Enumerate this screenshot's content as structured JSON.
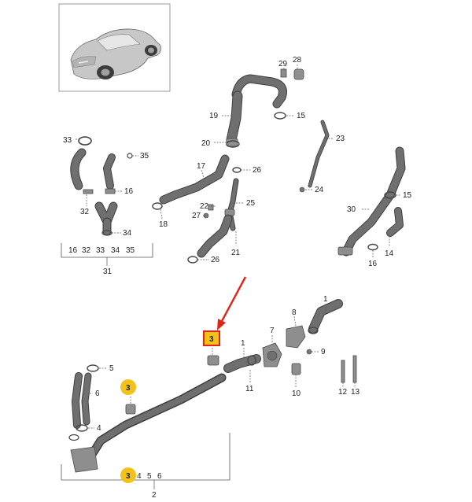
{
  "callouts": {
    "c28": "28",
    "c29": "29",
    "c19": "19",
    "c15a": "15",
    "c20": "20",
    "c23": "23",
    "c33": "33",
    "c35": "35",
    "c16a": "16",
    "c32": "32",
    "c34": "34",
    "c17": "17",
    "c26a": "26",
    "c22": "22",
    "c25": "25",
    "c27": "27",
    "c18": "18",
    "c21": "21",
    "c26b": "26",
    "c24": "24",
    "c30": "30",
    "c15b": "15",
    "c14": "14",
    "c16b": "16",
    "c1a": "1",
    "c8": "8",
    "c7": "7",
    "c3top": "3",
    "c1b": "1",
    "c9": "9",
    "c5": "5",
    "c6": "6",
    "c3mid": "3",
    "c4": "4",
    "c11": "11",
    "c10": "10",
    "c12": "12",
    "c13": "13",
    "c2": "2",
    "c31": "31"
  },
  "group31": {
    "items": [
      "16",
      "32",
      "33",
      "34",
      "35"
    ],
    "label": "31"
  },
  "group2": {
    "items": [
      "3",
      "4",
      "5",
      "6"
    ],
    "label": "2"
  },
  "colors": {
    "highlight": "#f2c21b",
    "arrow": "#e0241b",
    "part": "#8e8e8e"
  }
}
